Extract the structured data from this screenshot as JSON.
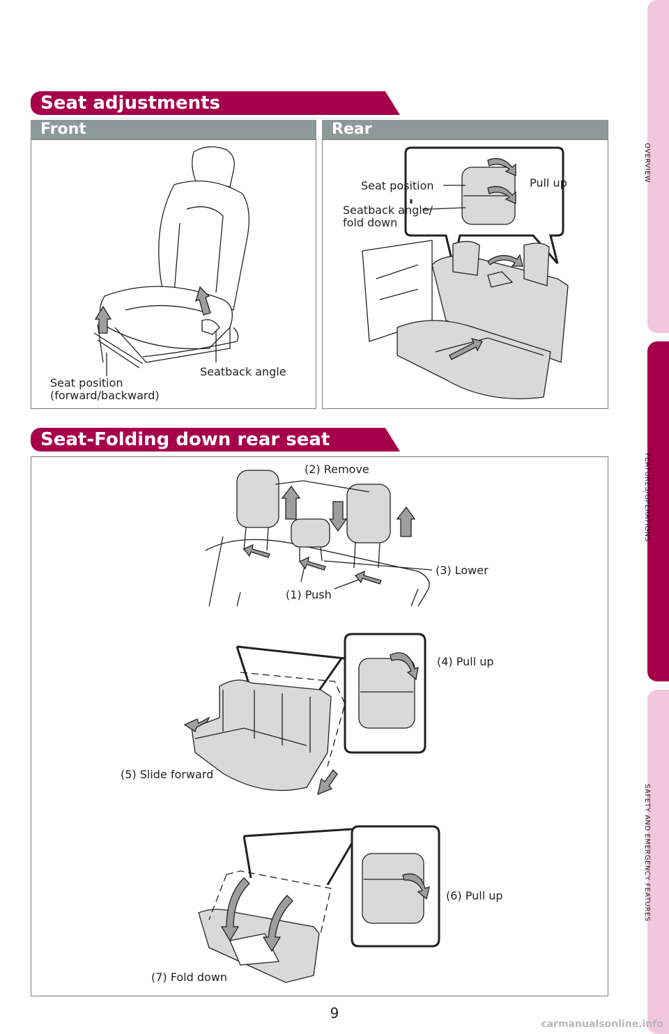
{
  "page": {
    "heading_adjust": "Seat adjustments",
    "front_label": "Front",
    "rear_label": "Rear",
    "heading_fold": "Seat-Folding down rear seat",
    "page_number": "9",
    "watermark": "carmanualsonline.info"
  },
  "side_tabs": [
    {
      "label": "OVERVIEW",
      "active": false
    },
    {
      "label": "FEATURES/OPERATIONS",
      "active": true
    },
    {
      "label": "SAFETY AND EMERGENCY FEATURES",
      "active": false
    }
  ],
  "front_labels": {
    "seat_position_1": "Seat position",
    "seat_position_2": "(forward/backward)",
    "seatback_angle": "Seatback angle"
  },
  "rear_labels": {
    "seat_position": "Seat position",
    "pull_up": "Pull up",
    "seatback_1": "Seatback angle/",
    "seatback_2": "fold down"
  },
  "fold_steps": {
    "remove": "(2) Remove",
    "lower": "(3) Lower",
    "push": "(1) Push",
    "pull_up_4": "(4) Pull up",
    "slide_forward": "(5) Slide forward",
    "pull_up_6": "(6) Pull up",
    "fold_down": "(7) Fold down"
  },
  "colors": {
    "brand": "#a6004c",
    "subbar": "#8c9a98",
    "tab_inactive": "#f3c6e0",
    "tab_active": "#a6004c",
    "seat_fill": "#d9d9d9",
    "arrow_fill": "#9e9e9e"
  }
}
